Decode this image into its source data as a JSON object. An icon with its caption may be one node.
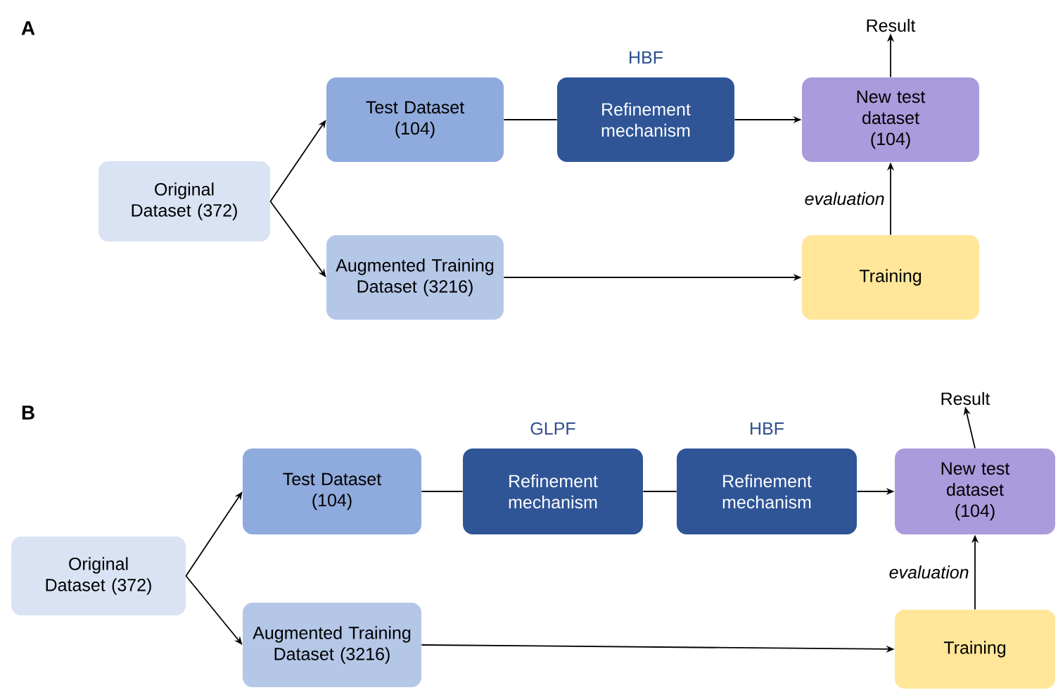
{
  "diagram": {
    "nodes": [
      {
        "text": [
          "Original Dataset (372)"
        ]
      },
      {
        "text": [
          "Test Dataset (104)"
        ]
      },
      {
        "text": [
          "Refinement mechanism"
        ],
        "beside": [
          "HBF"
        ]
      },
      {
        "text": [
          "New test dataset (104)"
        ]
      },
      {
        "text": [
          "Augmented Training Dataset (3216)"
        ]
      },
      {
        "text": [
          "Training"
        ]
      },
      {
        "text": [
          "Result"
        ]
      },
      {
        "text": [
          "Original Dataset (372)"
        ]
      },
      {
        "text": [
          "Test Dataset (104)"
        ]
      },
      {
        "text": [
          "Refinement mechanism"
        ],
        "beside": [
          "GLPF"
        ]
      },
      {
        "text": [
          "Refinement mechanism"
        ],
        "beside": [
          "HBF"
        ]
      },
      {
        "text": [
          "New test dataset (104)"
        ]
      },
      {
        "text": [
          "Augmented Training Dataset (3216)"
        ]
      },
      {
        "text": [
          "Training"
        ]
      },
      {
        "text": [
          "Result"
        ]
      }
    ],
    "edges": [
      {
        "from": 0,
        "to": 1,
        "arrow": "to"
      },
      {
        "from": 0,
        "to": 4,
        "arrow": "to"
      },
      {
        "from": 1,
        "to": 2,
        "arrow": "none"
      },
      {
        "from": 2,
        "to": 3,
        "arrow": "to"
      },
      {
        "from": 4,
        "to": 5,
        "arrow": "to"
      },
      {
        "from": 5,
        "to": 3,
        "arrow": "to",
        "label": "evaluation"
      },
      {
        "from": 3,
        "to": 6,
        "arrow": "to"
      },
      {
        "from": 7,
        "to": 8,
        "arrow": "to"
      },
      {
        "from": 7,
        "to": 12,
        "arrow": "to"
      },
      {
        "from": 8,
        "to": 9,
        "arrow": "none"
      },
      {
        "from": 9,
        "to": 10,
        "arrow": "none"
      },
      {
        "from": 10,
        "to": 11,
        "arrow": "to"
      },
      {
        "from": 12,
        "to": 13,
        "arrow": "to"
      },
      {
        "from": 13,
        "to": 11,
        "arrow": "to",
        "label": "evaluation"
      },
      {
        "from": 11,
        "to": 14,
        "arrow": "to"
      }
    ],
    "labels": [
      "A",
      "B"
    ]
  }
}
